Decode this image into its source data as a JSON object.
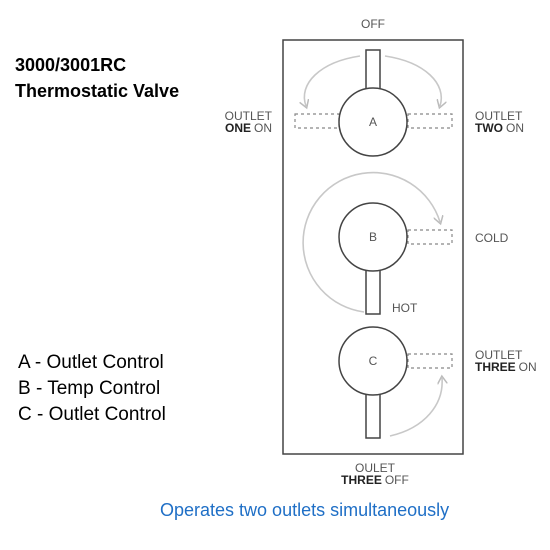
{
  "title": {
    "line1": "3000/3001RC",
    "line2": "Thermostatic Valve"
  },
  "diagram": {
    "off_label": "OFF",
    "outlet_one": {
      "line1": "OUTLET",
      "bold": "ONE",
      "rest": "ON"
    },
    "outlet_two": {
      "line1": "OUTLET",
      "bold": "TWO",
      "rest": "ON"
    },
    "cold_label": "COLD",
    "hot_label": "HOT",
    "outlet_three_on": {
      "line1": "OUTLET",
      "bold": "THREE",
      "rest": "ON"
    },
    "outlet_three_off": {
      "line1": "OULET",
      "bold": "THREE",
      "rest": "OFF"
    },
    "knob_a": "A",
    "knob_b": "B",
    "knob_c": "C"
  },
  "legend": [
    "A - Outlet Control",
    "B - Temp Control",
    "C - Outlet Control"
  ],
  "footer": "Operates two outlets simultaneously",
  "colors": {
    "line": "#444444",
    "arrow": "#c8c8c8",
    "footer": "#1f6fc6"
  }
}
